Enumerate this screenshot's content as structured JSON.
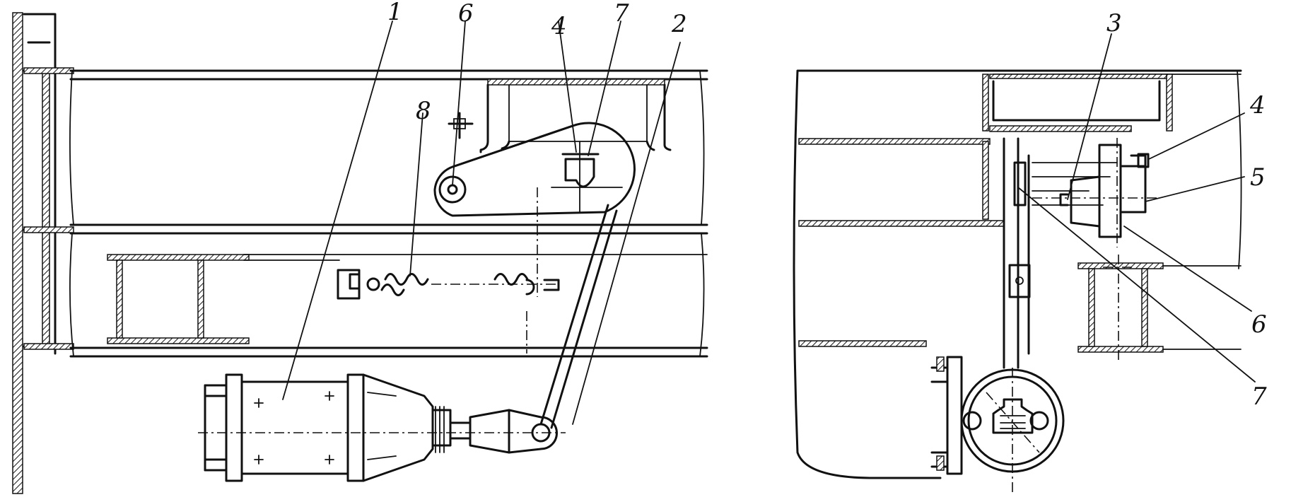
{
  "callouts": {
    "left": [
      "1",
      "6",
      "4",
      "7",
      "2",
      "8"
    ],
    "right": [
      "3",
      "4",
      "5",
      "6",
      "7"
    ]
  }
}
